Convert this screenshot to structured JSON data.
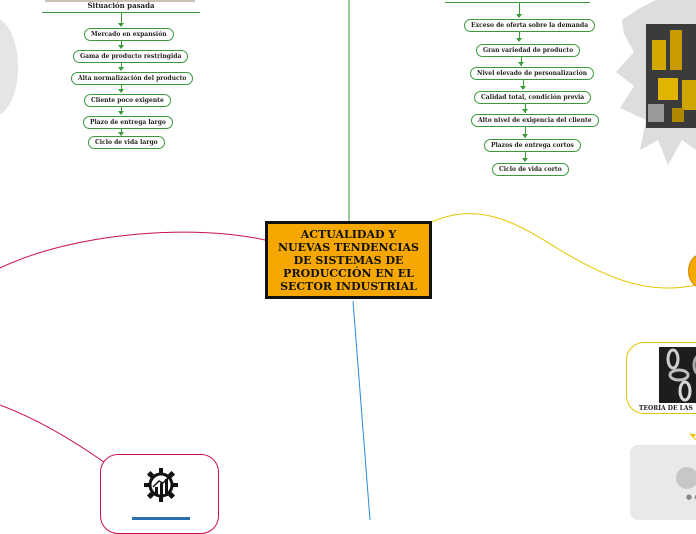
{
  "center_topic": "ACTUALIDAD Y NUEVAS TENDENCIAS DE SISTEMAS DE PRODUCCIÓN EN EL SECTOR INDUSTRIAL",
  "left_branch": {
    "title": "Situación pasada",
    "items": [
      "Mercado en expansión",
      "Gama de producto restringida",
      "Alta normalización del producto",
      "Cliente poco exigente",
      "Plazo de entrega largo",
      "Ciclo de vida largo"
    ]
  },
  "right_branch": {
    "items": [
      "Exceso de oferta sobre la demanda",
      "Gran variedad de producto",
      "Nivel elevado de personalización",
      "Calidad total, condición previa",
      "Alto nivel de exigencia del cliente",
      "Plazos de entrega cortos",
      "Ciclo de vida corto"
    ]
  },
  "constraints_node": {
    "label": "TEORÍA DE LAS"
  },
  "colors": {
    "center_fill": "#f6a800",
    "green_branch": "#3a9a3a",
    "pink_branch": "#c8104e",
    "yellow_branch": "#e8c400",
    "blue_branch": "#2a8ad8"
  }
}
